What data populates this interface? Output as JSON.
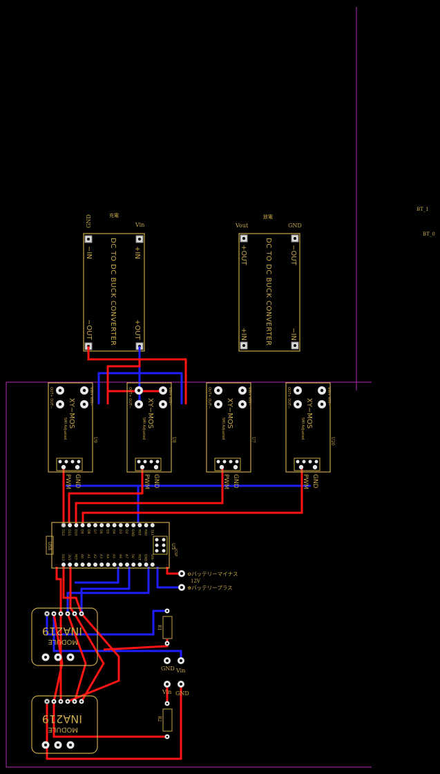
{
  "colors": {
    "silkscreen": "#c9a84a",
    "top_copper": "#ff1414",
    "bottom_copper": "#1e1eff",
    "board_edge": "#b52bb5",
    "background": "#000000"
  },
  "outside_labels": {
    "bt1": "BT_1",
    "bt0": "BT_0"
  },
  "charge_converter": {
    "heading": "充電",
    "left_top": "GND",
    "right_top": "Vin",
    "pins": {
      "in_minus": "−IN",
      "in_plus": "+IN",
      "out_minus": "−OUT",
      "out_plus": "+OUT"
    },
    "title": "DC TO DC BUCK CONVERTER"
  },
  "discharge_converter": {
    "heading": "放電",
    "left_top": "Vout",
    "right_top": "GND",
    "pins": {
      "out_plus": "+OUT",
      "out_minus": "−OUT",
      "in_plus": "+IN",
      "in_minus": "−IN"
    },
    "title": "DC TO DC BUCK CONVERTER"
  },
  "mos_modules": [
    {
      "ref": "U9",
      "name": "XY−MOS",
      "sub": "5MI Adjusted",
      "out_labels": "OUT+ OUT−",
      "vin_labels": "VIN+ VIN−",
      "pwm": "PWM",
      "gnd": "GND"
    },
    {
      "ref": "U8",
      "name": "XY−MOS",
      "sub": "5MI Adjusted",
      "out_labels": "OUT+ OUT−",
      "vin_labels": "VIN+ VIN−",
      "pwm": "PWM",
      "gnd": "GND"
    },
    {
      "ref": "U7",
      "name": "XY−MOS",
      "sub": "5MI Adjusted",
      "out_labels": "OUT+ OUT−",
      "vin_labels": "VIN+ VIN−",
      "pwm": "PWM",
      "gnd": "GND"
    },
    {
      "ref": "U20",
      "name": "XY−MOS",
      "sub": "5MI Adjusted",
      "out_labels": "OUT+ OUT−",
      "vin_labels": "VIN+ VIN−",
      "pwm": "PWM",
      "gnd": "GND"
    }
  ],
  "mcu": {
    "ref": "U5",
    "usb": "USB",
    "top_pins": [
      "D12",
      "D11",
      "D10",
      "D9",
      "D8",
      "D7",
      "D6",
      "D5",
      "D4",
      "D3",
      "D2",
      "GND",
      "RST",
      "RX0",
      "TX1"
    ],
    "bottom_pins": [
      "D13",
      "3V3",
      "REF",
      "A0",
      "A1",
      "A2",
      "A3",
      "A4",
      "A5",
      "A6",
      "A7",
      "5V",
      "RST",
      "GND",
      "VIN"
    ],
    "header": "ICSP"
  },
  "battery": {
    "minus": "⊖バッテリーマイナス",
    "voltage": "12V",
    "plus": "⊕バッテリープラス"
  },
  "ina_modules": [
    {
      "name": "INA219",
      "sub": "MODULE"
    },
    {
      "name": "INA219",
      "sub": "MODULE"
    }
  ],
  "resistors": [
    {
      "ref": "R1"
    },
    {
      "ref": "R2"
    }
  ],
  "terminals": {
    "upper": {
      "left": "GND",
      "right": "Vin"
    },
    "lower": {
      "left": "Vin",
      "right": "GND"
    }
  }
}
